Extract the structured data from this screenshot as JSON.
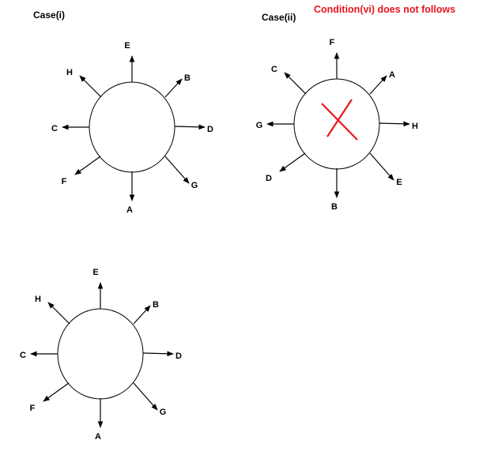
{
  "titles": {
    "case_i": "Case(i)",
    "case_ii": "Case(ii)",
    "note": "Condition(vi) does not follows"
  },
  "colors": {
    "note": "#e8141c",
    "cross": "#e8141c",
    "line": "#000000"
  },
  "diagrams": [
    {
      "name": "case-i",
      "labels": [
        "E",
        "B",
        "D",
        "G",
        "A",
        "F",
        "C",
        "H"
      ],
      "crossed": false
    },
    {
      "name": "case-ii",
      "labels": [
        "F",
        "A",
        "H",
        "E",
        "B",
        "D",
        "G",
        "C"
      ],
      "crossed": true
    },
    {
      "name": "case-i-copy",
      "labels": [
        "E",
        "B",
        "D",
        "G",
        "A",
        "F",
        "C",
        "H"
      ],
      "crossed": false
    }
  ]
}
